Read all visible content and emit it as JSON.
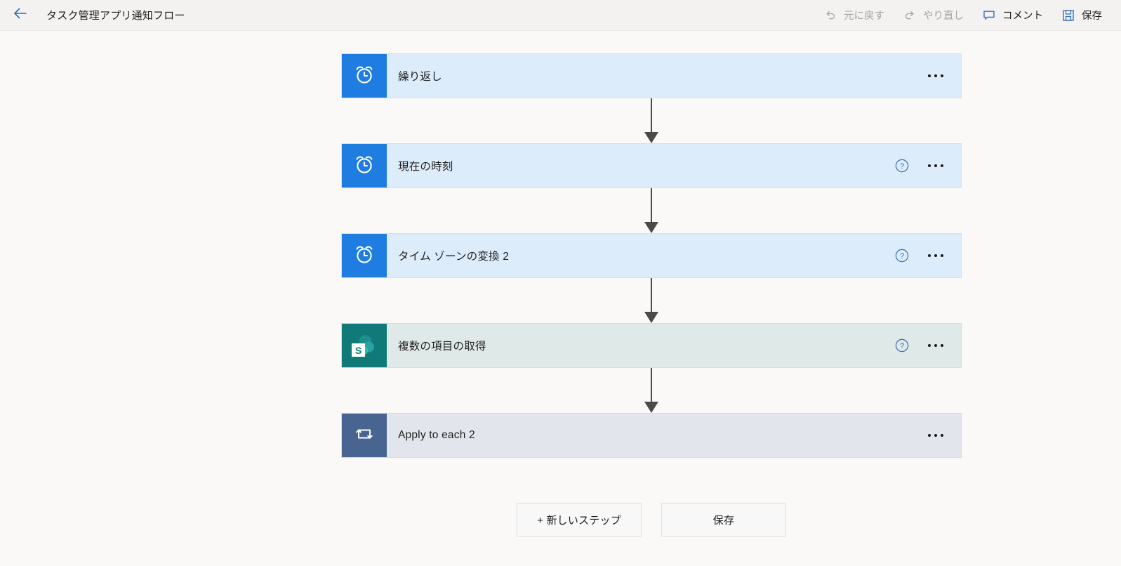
{
  "header": {
    "back_icon": "back-arrow-icon",
    "title": "タスク管理アプリ通知フロー",
    "tools": [
      {
        "id": "undo",
        "label": "元に戻す",
        "icon": "undo-icon",
        "disabled": true
      },
      {
        "id": "redo",
        "label": "やり直し",
        "icon": "redo-icon",
        "disabled": true
      },
      {
        "id": "comment",
        "label": "コメント",
        "icon": "comment-icon",
        "disabled": false
      },
      {
        "id": "save",
        "label": "保存",
        "icon": "save-icon",
        "disabled": false
      }
    ]
  },
  "flow": {
    "cards": [
      {
        "title": "繰り返し",
        "icon": "alarm-clock-icon",
        "theme": "blue",
        "icon_theme": "icon-blue",
        "has_help": false,
        "menu_icon": "ellipsis-icon"
      },
      {
        "title": "現在の時刻",
        "icon": "alarm-clock-icon",
        "theme": "blue",
        "icon_theme": "icon-blue",
        "has_help": true,
        "help_icon": "help-circle-icon",
        "menu_icon": "ellipsis-icon"
      },
      {
        "title": "タイム ゾーンの変換 2",
        "icon": "alarm-clock-icon",
        "theme": "blue",
        "icon_theme": "icon-blue",
        "has_help": true,
        "help_icon": "help-circle-icon",
        "menu_icon": "ellipsis-icon"
      },
      {
        "title": "複数の項目の取得",
        "icon": "sharepoint-icon",
        "icon_letter": "S",
        "theme": "teal",
        "icon_theme": "icon-teal",
        "has_help": true,
        "help_icon": "help-circle-icon",
        "menu_icon": "ellipsis-icon"
      },
      {
        "title": "Apply to each 2",
        "icon": "loop-repeat-icon",
        "theme": "slate",
        "icon_theme": "icon-slate",
        "has_help": false,
        "menu_icon": "ellipsis-icon"
      }
    ]
  },
  "footer": {
    "new_step_label": "+ 新しいステップ",
    "save_label": "保存"
  },
  "colors": {
    "accent_blue": "#1f7ce0",
    "header_bg": "#f3f2f1",
    "canvas_bg": "#faf9f8",
    "card_blue_bg": "#dcecfb",
    "card_teal_bg": "#dfe9e8",
    "card_slate_bg": "#e2e5ec",
    "sharepoint_teal": "#0f7a78",
    "loop_slate": "#486490",
    "connector": "#4c4a48"
  }
}
